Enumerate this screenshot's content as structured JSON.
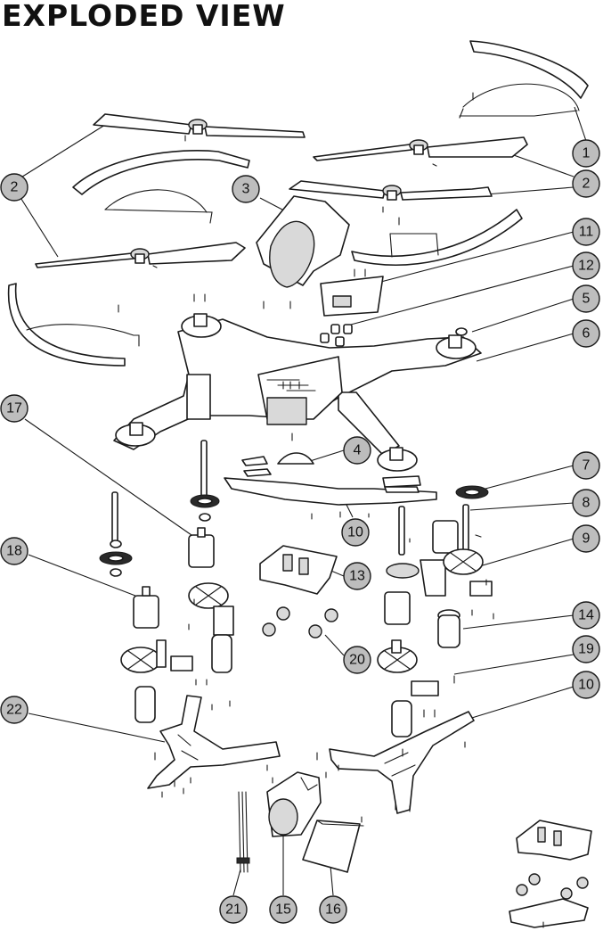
{
  "title": "EXPLODED VIEW",
  "callouts": [
    "1",
    "2",
    "2",
    "3",
    "11",
    "12",
    "5",
    "6",
    "17",
    "4",
    "7",
    "8",
    "10",
    "9",
    "18",
    "13",
    "14",
    "20",
    "19",
    "10",
    "22",
    "21",
    "15",
    "16"
  ]
}
